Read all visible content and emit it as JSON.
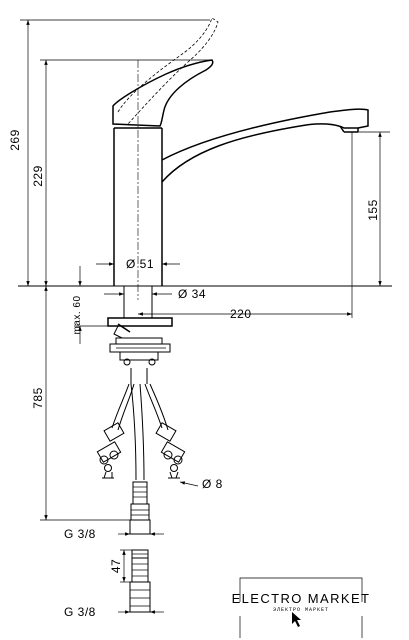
{
  "dimensions": {
    "overall_height": "269",
    "body_height": "229",
    "spout_height": "155",
    "body_diameter": "Ø 51",
    "shank_diameter": "Ø 34",
    "spout_reach": "220",
    "max_counter_thickness": "max. 60",
    "hose_length": "785",
    "hose_diameter": "Ø 8",
    "fitting_length": "47",
    "thread_top": "G 3/8",
    "thread_bottom": "G 3/8"
  },
  "watermark": {
    "title": "ELECTRO MARKET",
    "subtitle": "ЭЛЕКТРО МАРКЕТ"
  }
}
